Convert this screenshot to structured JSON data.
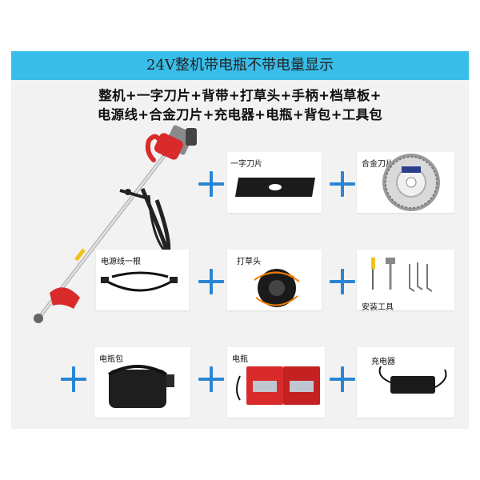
{
  "banner": {
    "text": "24V整机带电瓶不带电量显示"
  },
  "headline": {
    "line1": "整机+一字刀片+背带+打草头+手柄+档草板+",
    "line2": "电源线+合金刀片+充电器+电瓶+背包+工具包"
  },
  "items": {
    "blade_straight": "一字刀片",
    "blade_alloy": "合金刀片",
    "power_cord": "电源线一根",
    "trimmer_head": "打草头",
    "tools": "安装工具",
    "battery_bag": "电瓶包",
    "battery": "电瓶",
    "charger": "充电器"
  },
  "colors": {
    "banner": "#39bde9",
    "plus": "#2a86d4",
    "accent_red": "#d92b2b",
    "panel": "#f2f2f2"
  },
  "icons": [
    "plus-icon",
    "brush-cutter-image",
    "straight-blade-image",
    "alloy-saw-blade-image",
    "power-cord-image",
    "trimmer-head-image",
    "install-tools-image",
    "battery-bag-image",
    "battery-image",
    "charger-image"
  ]
}
